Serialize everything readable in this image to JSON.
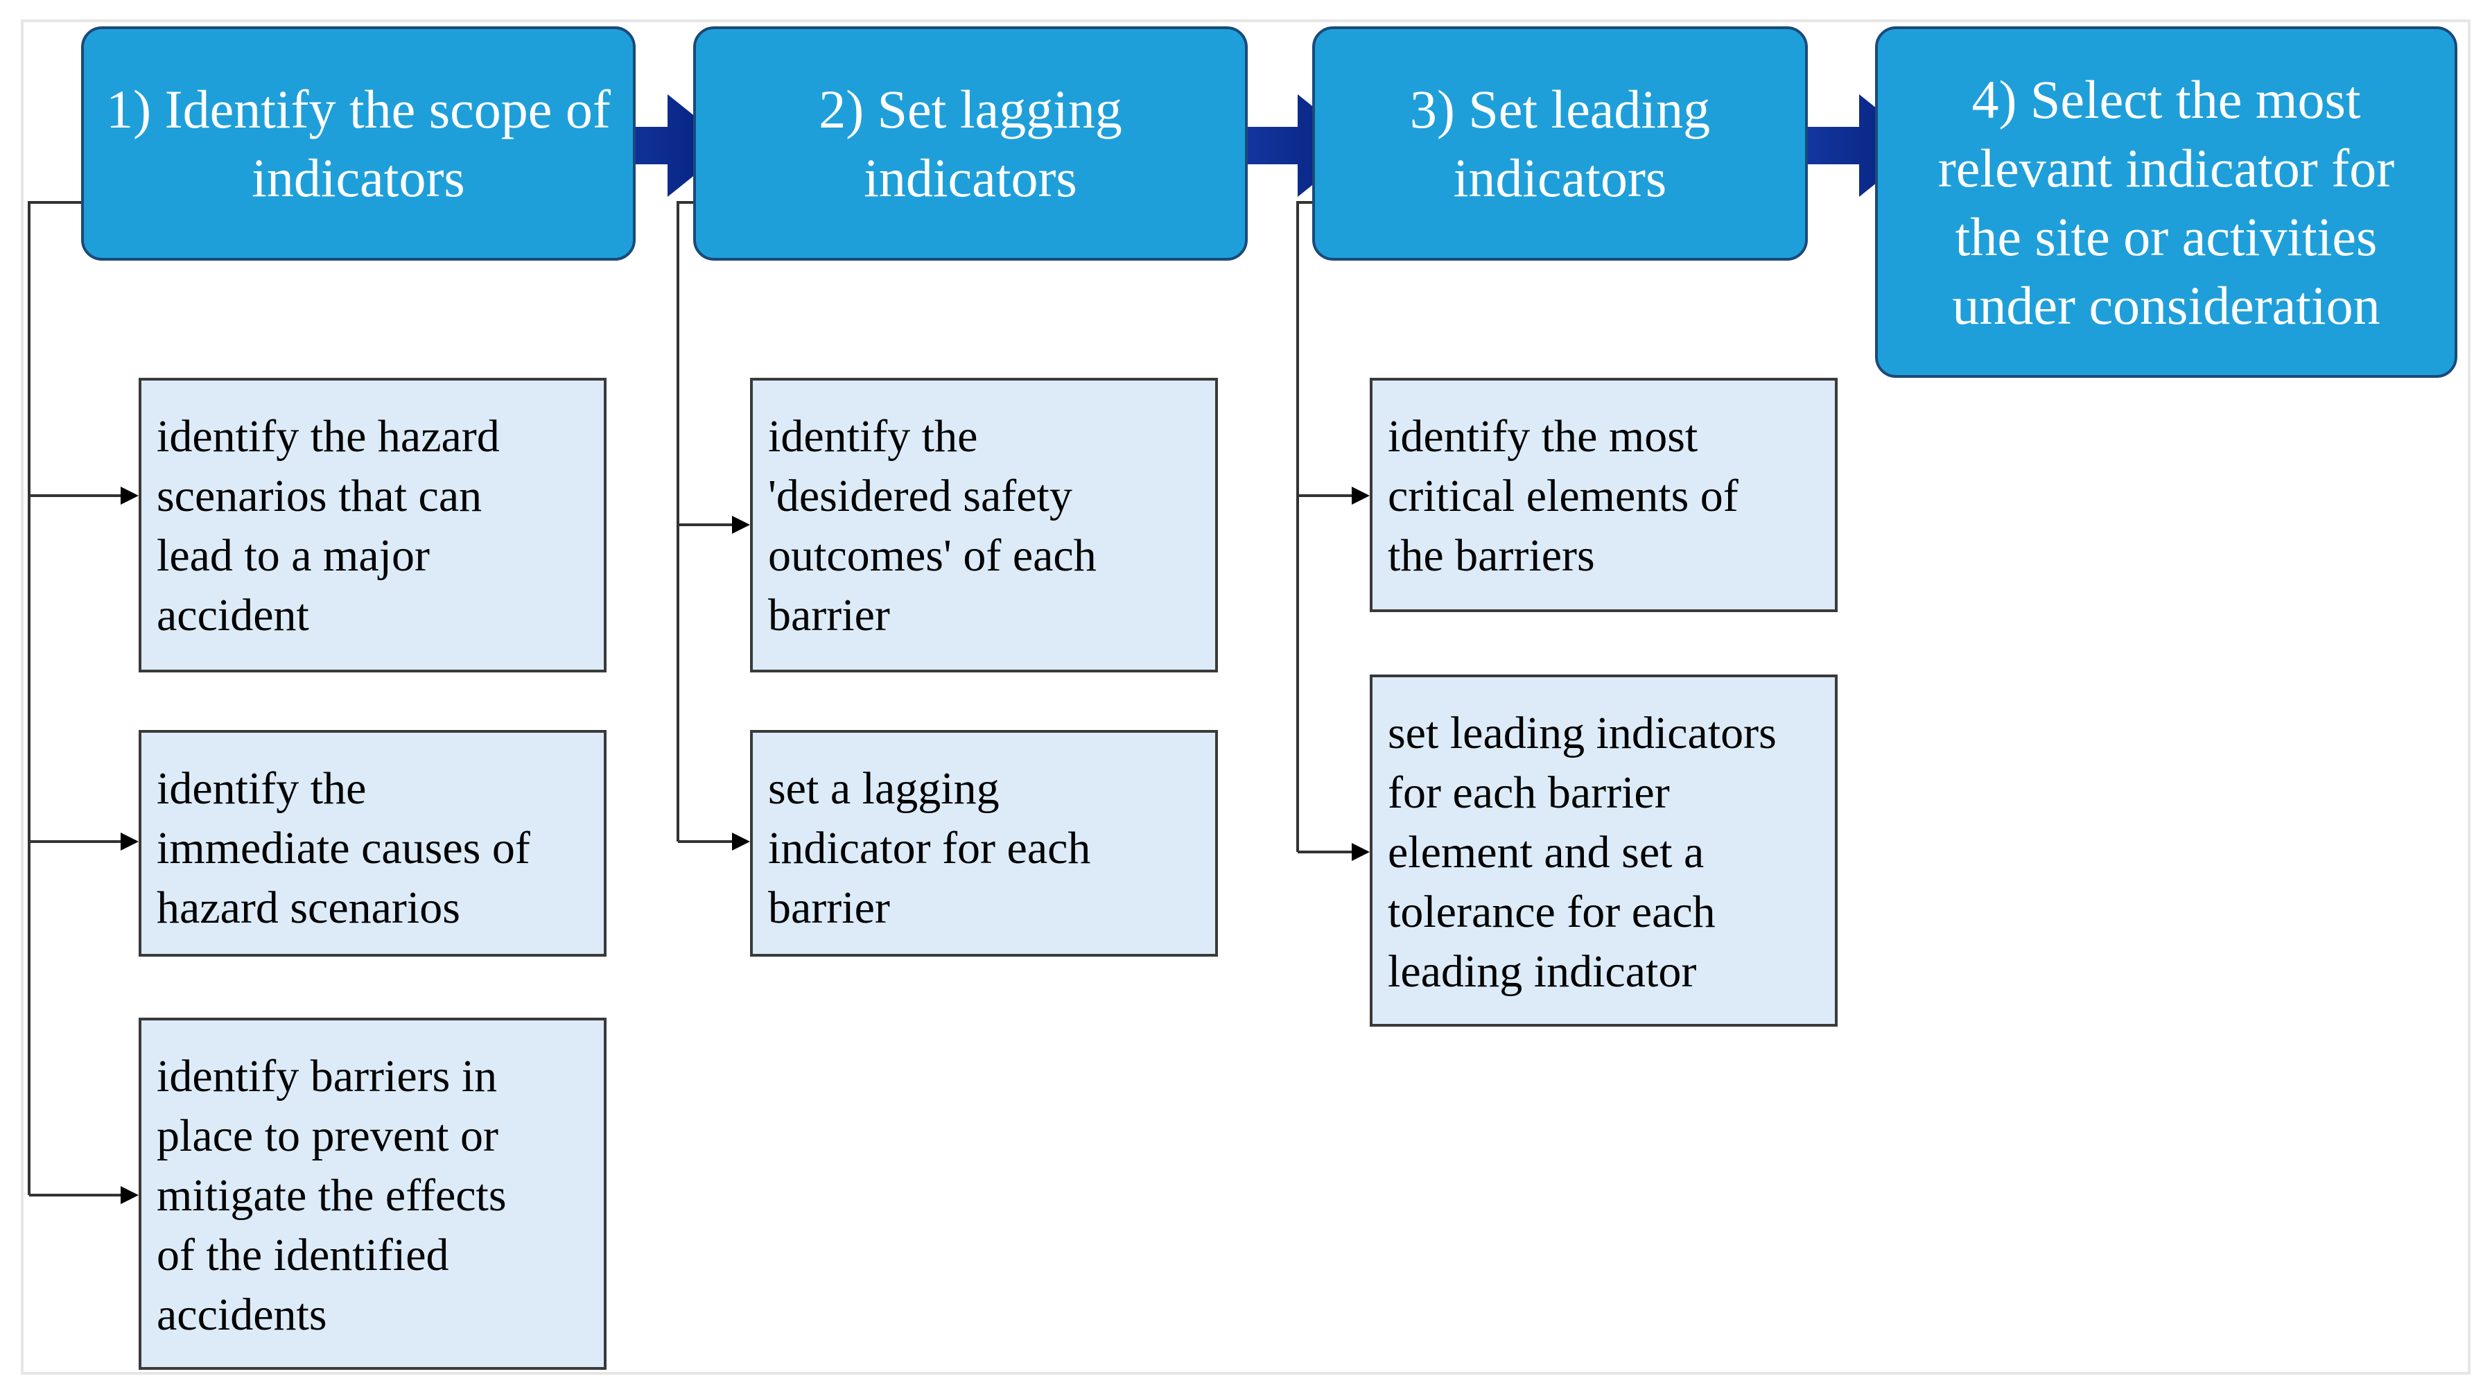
{
  "diagram": {
    "steps": [
      {
        "id": "step-1",
        "label": "1) Identify the scope of indicators"
      },
      {
        "id": "step-2",
        "label": "2) Set lagging indicators"
      },
      {
        "id": "step-3",
        "label": "3) Set leading indicators"
      },
      {
        "id": "step-4",
        "label": "4) Select the most relevant indicator for the site or activities under consideration"
      }
    ],
    "substeps": {
      "step_1": [
        "identify the hazard\nscenarios that can\nlead to a major\naccident",
        "identify the\nimmediate causes of\nhazard scenarios",
        "identify barriers in\nplace to prevent or\nmitigate the effects\nof the identified\naccidents"
      ],
      "step_2": [
        "identify the\n'desidered safety\noutcomes' of each\nbarrier",
        "set a lagging\nindicator for each\nbarrier"
      ],
      "step_3": [
        "identify the most\ncritical elements of\nthe barriers",
        "set leading indicators\nfor each barrier\nelement and set a\ntolerance for each\nleading indicator"
      ]
    },
    "colors": {
      "step_fill": "#1f9fda",
      "step_border": "#1a4a7a",
      "substep_fill": "#dcebf7",
      "substep_border": "#3a3a3a",
      "flow_arrow": "#0a2a8a",
      "connector": "#333333"
    }
  }
}
